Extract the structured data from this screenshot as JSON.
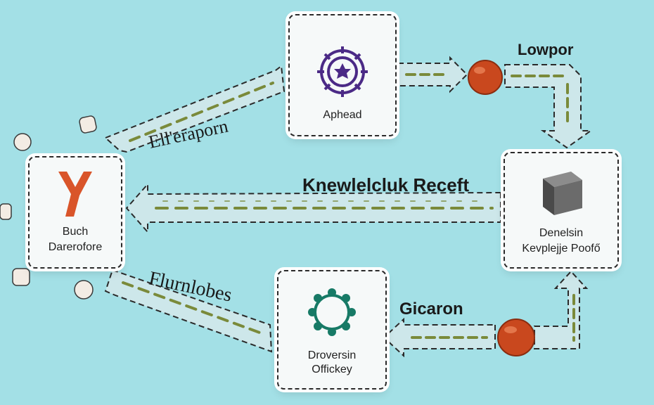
{
  "nodes": {
    "top": {
      "label": "Aphead"
    },
    "left": {
      "line1": "Buch",
      "line2": "Darerofore"
    },
    "right": {
      "line1": "Denelsin",
      "line2": "Kevplejje Poofő"
    },
    "bottom": {
      "line1": "Droversin",
      "line2": "Offickey"
    }
  },
  "edge_labels": {
    "upper_left": "Ell'eraporn",
    "middle": "Knewlelcluk Receft",
    "top_right": "Lowpor",
    "lower_left": "Flurnlobes",
    "bottom_right": "Gicaron"
  },
  "colors": {
    "background": "#a3e0e6",
    "arrow_fill": "#cde7ea",
    "arrow_stripe": "#7a8a3a",
    "ball": "#c9481e",
    "top_icon": "#4b2a86",
    "left_icon": "#d9552a",
    "bottom_icon": "#177a66",
    "cube": "#6b6b6b"
  }
}
